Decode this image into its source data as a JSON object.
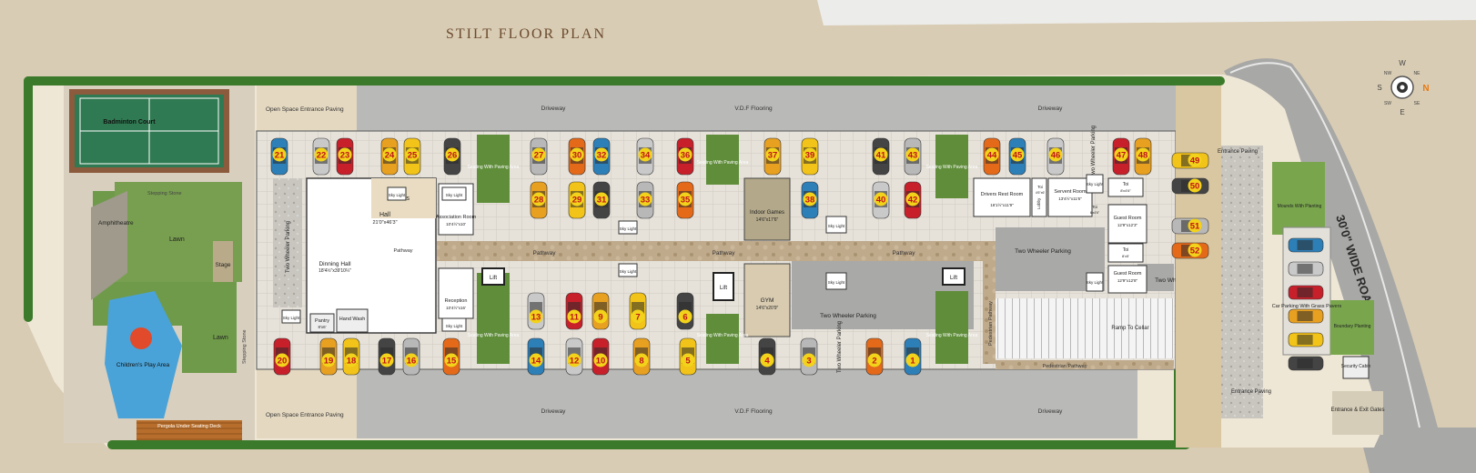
{
  "title": "STILT FLOOR PLAN",
  "compass": {
    "n": "N",
    "s": "S",
    "e": "E",
    "w": "W",
    "ne": "NE",
    "nw": "NW",
    "se": "SE",
    "sw": "SW"
  },
  "road": "30'0\" WIDE ROAD",
  "driveway": "Driveway",
  "vdf": "V.D.F Flooring",
  "pathway": "Pathway",
  "open_space_top": "Open Space Entrance Paving",
  "open_space_bottom": "Open Space Entrance Paving",
  "skylight": "Sky Light",
  "lift": "Lift",
  "badminton": "Badminton Court",
  "amphitheatre": "Amphitheatre",
  "stepping_stone": "Stepping Stone",
  "lawn": "Lawn",
  "stage": "Stage",
  "play_area": "Children's Play Area",
  "pergola": "Pergola Under Seating Deck",
  "seating_paving": "Seating With Paving Area",
  "twowheeler": "Two Wheeler Parking",
  "rooms": {
    "dais": "Dais",
    "hall": "Hall",
    "hall_dim": "21'0\"x46'3\"",
    "association": "Association Room",
    "association_dim": "10'4½\"x10'",
    "dining": "Dinning Hall",
    "dining_dim": "18'4½\"x39'10¼\"",
    "pantry": "Pantry",
    "pantry_dim": "8'x6'",
    "handwash": "Hand Wash",
    "reception": "Reception",
    "reception_dim": "10'4½\"x16'",
    "indoor": "Indoor Games",
    "indoor_dim": "14'6\"x17'6\"",
    "gym": "GYM",
    "gym_dim": "14'6\"x20'9\"",
    "drivers": "Drivers Rest Room",
    "drivers_dim": "16'1½\"x11'9\"",
    "servent": "Servent Room",
    "servent_dim": "13'4½\"x11'6\"",
    "lobby": "Lobby",
    "toi": "Toi",
    "toi_dim1": "4'6\"x6'",
    "toi_dim2": "8'x4'6\"",
    "toi_dim3": "8'x5'",
    "toi_dim4": "6'x4'6\"",
    "guest1": "Guest Room",
    "guest1_dim": "12'9\"x12'3\"",
    "guest2": "Guest Room",
    "guest2_dim": "12'9\"x12'8\"",
    "ramp": "Ramp To Cellar",
    "ped": "Pedestrian Pathway",
    "entrance_paving": "Entrance Paving",
    "car_grass": "Car Parking With Grass Pavers",
    "boundary": "Boundary Planting",
    "security": "Security Cabin",
    "gates": "Entrance & Exit Gates",
    "mounds": "Mounds With Planting"
  },
  "spaces_top": [
    "21",
    "22",
    "23",
    "24",
    "25",
    "26",
    "27",
    "30",
    "32",
    "34",
    "36",
    "37",
    "39",
    "41",
    "43",
    "44",
    "45",
    "46",
    "47",
    "48"
  ],
  "spaces_top2": [
    "28",
    "29",
    "31",
    "33",
    "35",
    "38",
    "40",
    "42"
  ],
  "spaces_mid": [
    "13",
    "11",
    "9",
    "7",
    "6"
  ],
  "spaces_bottom": [
    "20",
    "19",
    "18",
    "17",
    "16",
    "15",
    "14",
    "12",
    "10",
    "8",
    "5",
    "4",
    "3",
    "2",
    "1"
  ],
  "spaces_right": [
    "49",
    "50",
    "51",
    "52"
  ],
  "colors": {
    "bg": "#d9ccb4",
    "floor": "#efe7d6",
    "drive": "#b9b9b7",
    "hedge": "#3b7a2a",
    "court": "#2f7a52",
    "lawn": "#6f9a4a",
    "pathway": "#b9a489",
    "badge": "#f2d21a",
    "badge_text": "#c0141b"
  }
}
